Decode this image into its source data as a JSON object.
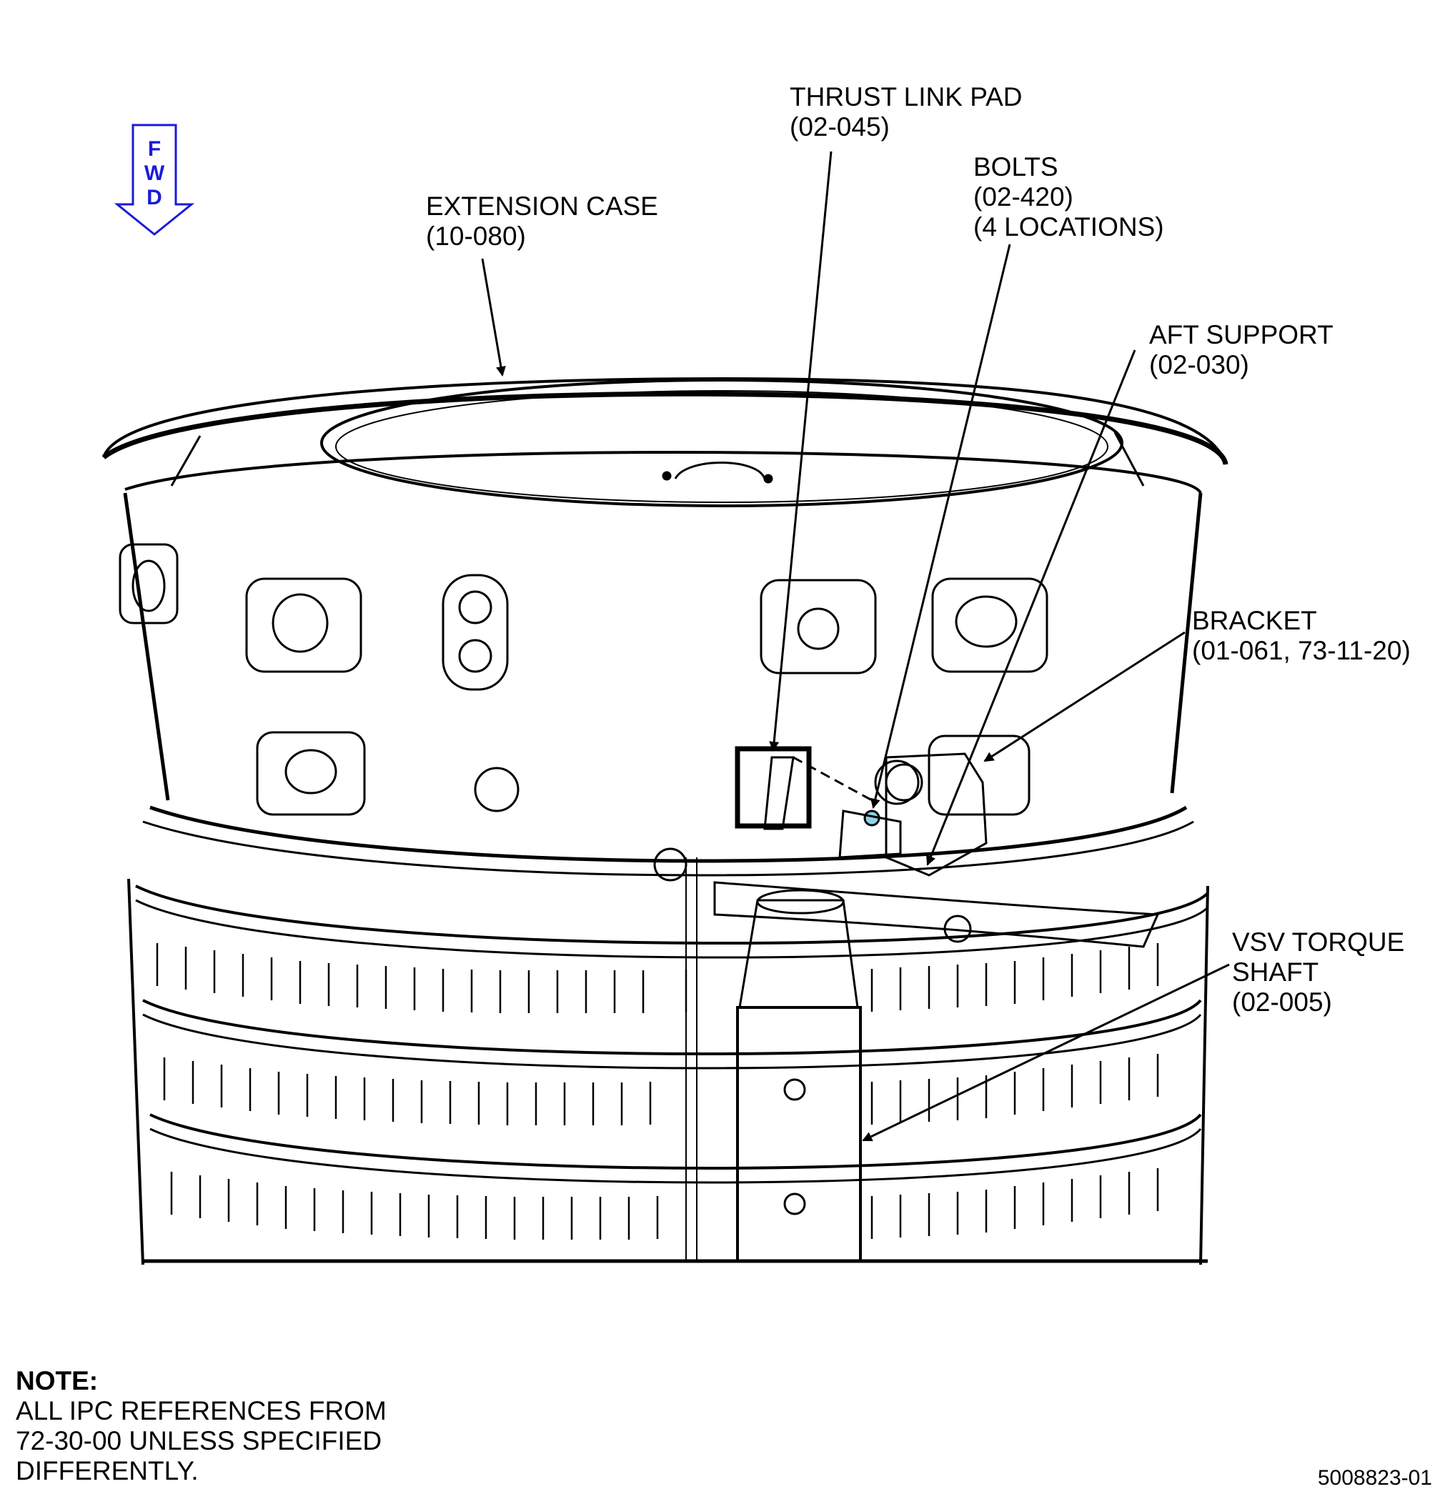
{
  "direction_arrow": {
    "letters": [
      "F",
      "W",
      "D"
    ],
    "color": "#1a1adc"
  },
  "callouts": {
    "thrust_link_pad": {
      "name": "THRUST LINK PAD",
      "ref": "(02-045)"
    },
    "bolts": {
      "name": "BOLTS",
      "ref": "(02-420)",
      "qty": "(4 LOCATIONS)"
    },
    "extension_case": {
      "name": "EXTENSION CASE",
      "ref": "(10-080)"
    },
    "aft_support": {
      "name": "AFT SUPPORT",
      "ref": "(02-030)"
    },
    "bracket": {
      "name": "BRACKET",
      "ref": "(01-061, 73-11-20)"
    },
    "vsv_torque_shaft": {
      "line1": "VSV TORQUE",
      "line2": "SHAFT",
      "ref": "(02-005)"
    }
  },
  "note": {
    "title": "NOTE:",
    "lines": [
      "ALL IPC REFERENCES FROM",
      "72-30-00 UNLESS SPECIFIED",
      "DIFFERENTLY."
    ]
  },
  "figure_number": "5008823-01"
}
